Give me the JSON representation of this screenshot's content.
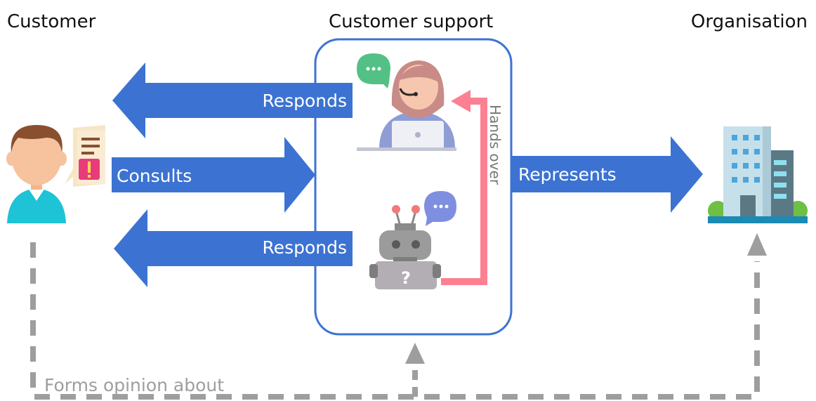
{
  "headings": {
    "customer": "Customer",
    "support": "Customer support",
    "organisation": "Organisation"
  },
  "labels": {
    "responds_human": "Responds",
    "consults": "Consults",
    "responds_bot": "Responds",
    "hands_over": "Hands over",
    "represents": "Represents",
    "forms_opinion": "Forms opinion about"
  },
  "colors": {
    "arrow_blue": "#3c73d2",
    "handover_pink": "#fc8092",
    "opinion_grey": "#9e9e9e",
    "support_box_border": "#3c73d2"
  },
  "icons": {
    "customer": "customer-with-alert-document-icon",
    "agent": "headset-support-agent-icon",
    "bot": "chatbot-robot-icon",
    "organisation": "office-building-icon"
  }
}
